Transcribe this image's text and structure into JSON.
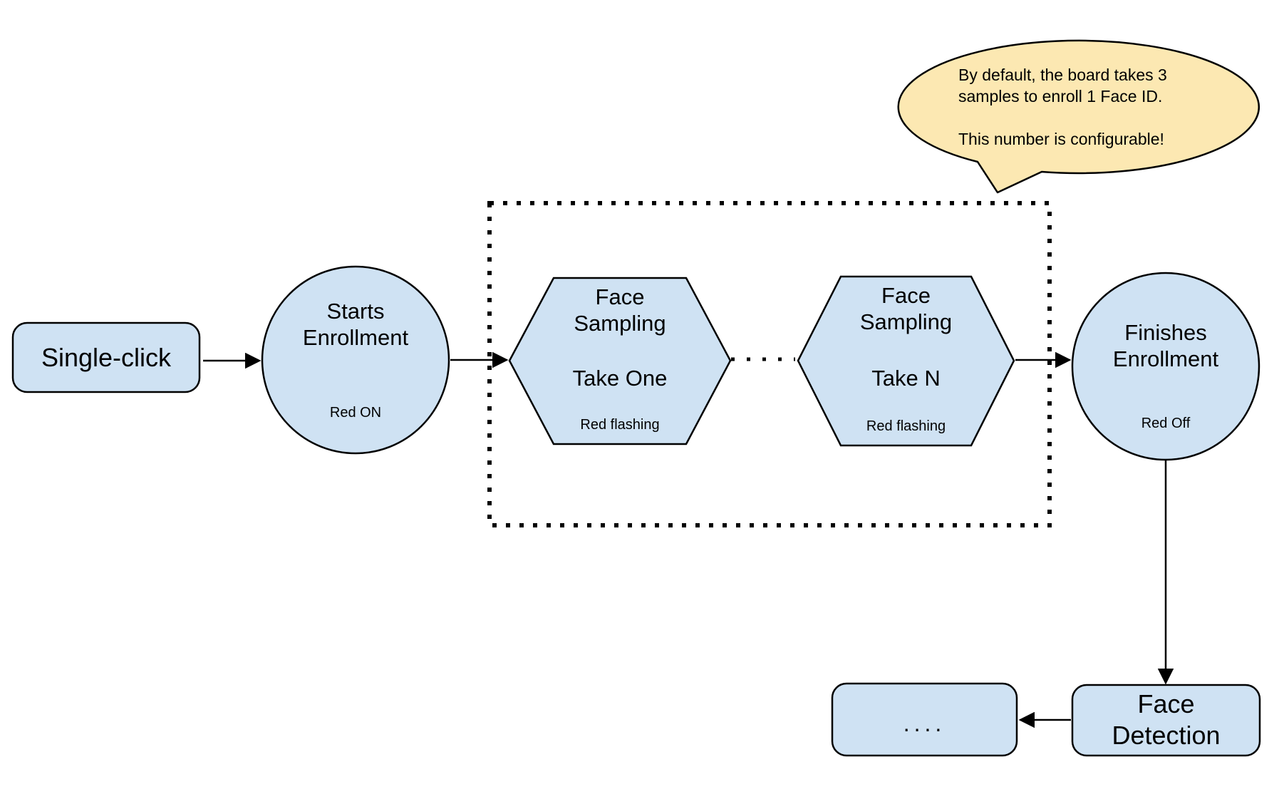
{
  "diagram": {
    "title": "face-enrollment-flowchart"
  },
  "colors": {
    "node_fill": "#cfe2f3",
    "node_stroke": "#000000",
    "callout_fill": "#fce8b2",
    "background": "#ffffff"
  },
  "nodes": {
    "single_click": {
      "label": "Single-click"
    },
    "starts_enrollment": {
      "line1": "Starts",
      "line2": "Enrollment",
      "status": "Red ON"
    },
    "sampling_one": {
      "line1": "Face",
      "line2": "Sampling",
      "take": "Take One",
      "status": "Red flashing"
    },
    "sampling_n": {
      "line1": "Face",
      "line2": "Sampling",
      "take": "Take N",
      "status": "Red flashing"
    },
    "finishes_enrollment": {
      "line1": "Finishes",
      "line2": "Enrollment",
      "status": "Red Off"
    },
    "face_detection": {
      "line1": "Face",
      "line2": "Detection"
    },
    "continuation": {
      "label": "...."
    }
  },
  "callout": {
    "line1": "By default, the board takes 3",
    "line2": "samples to enroll 1 Face ID.",
    "line3": "This number is configurable!"
  }
}
